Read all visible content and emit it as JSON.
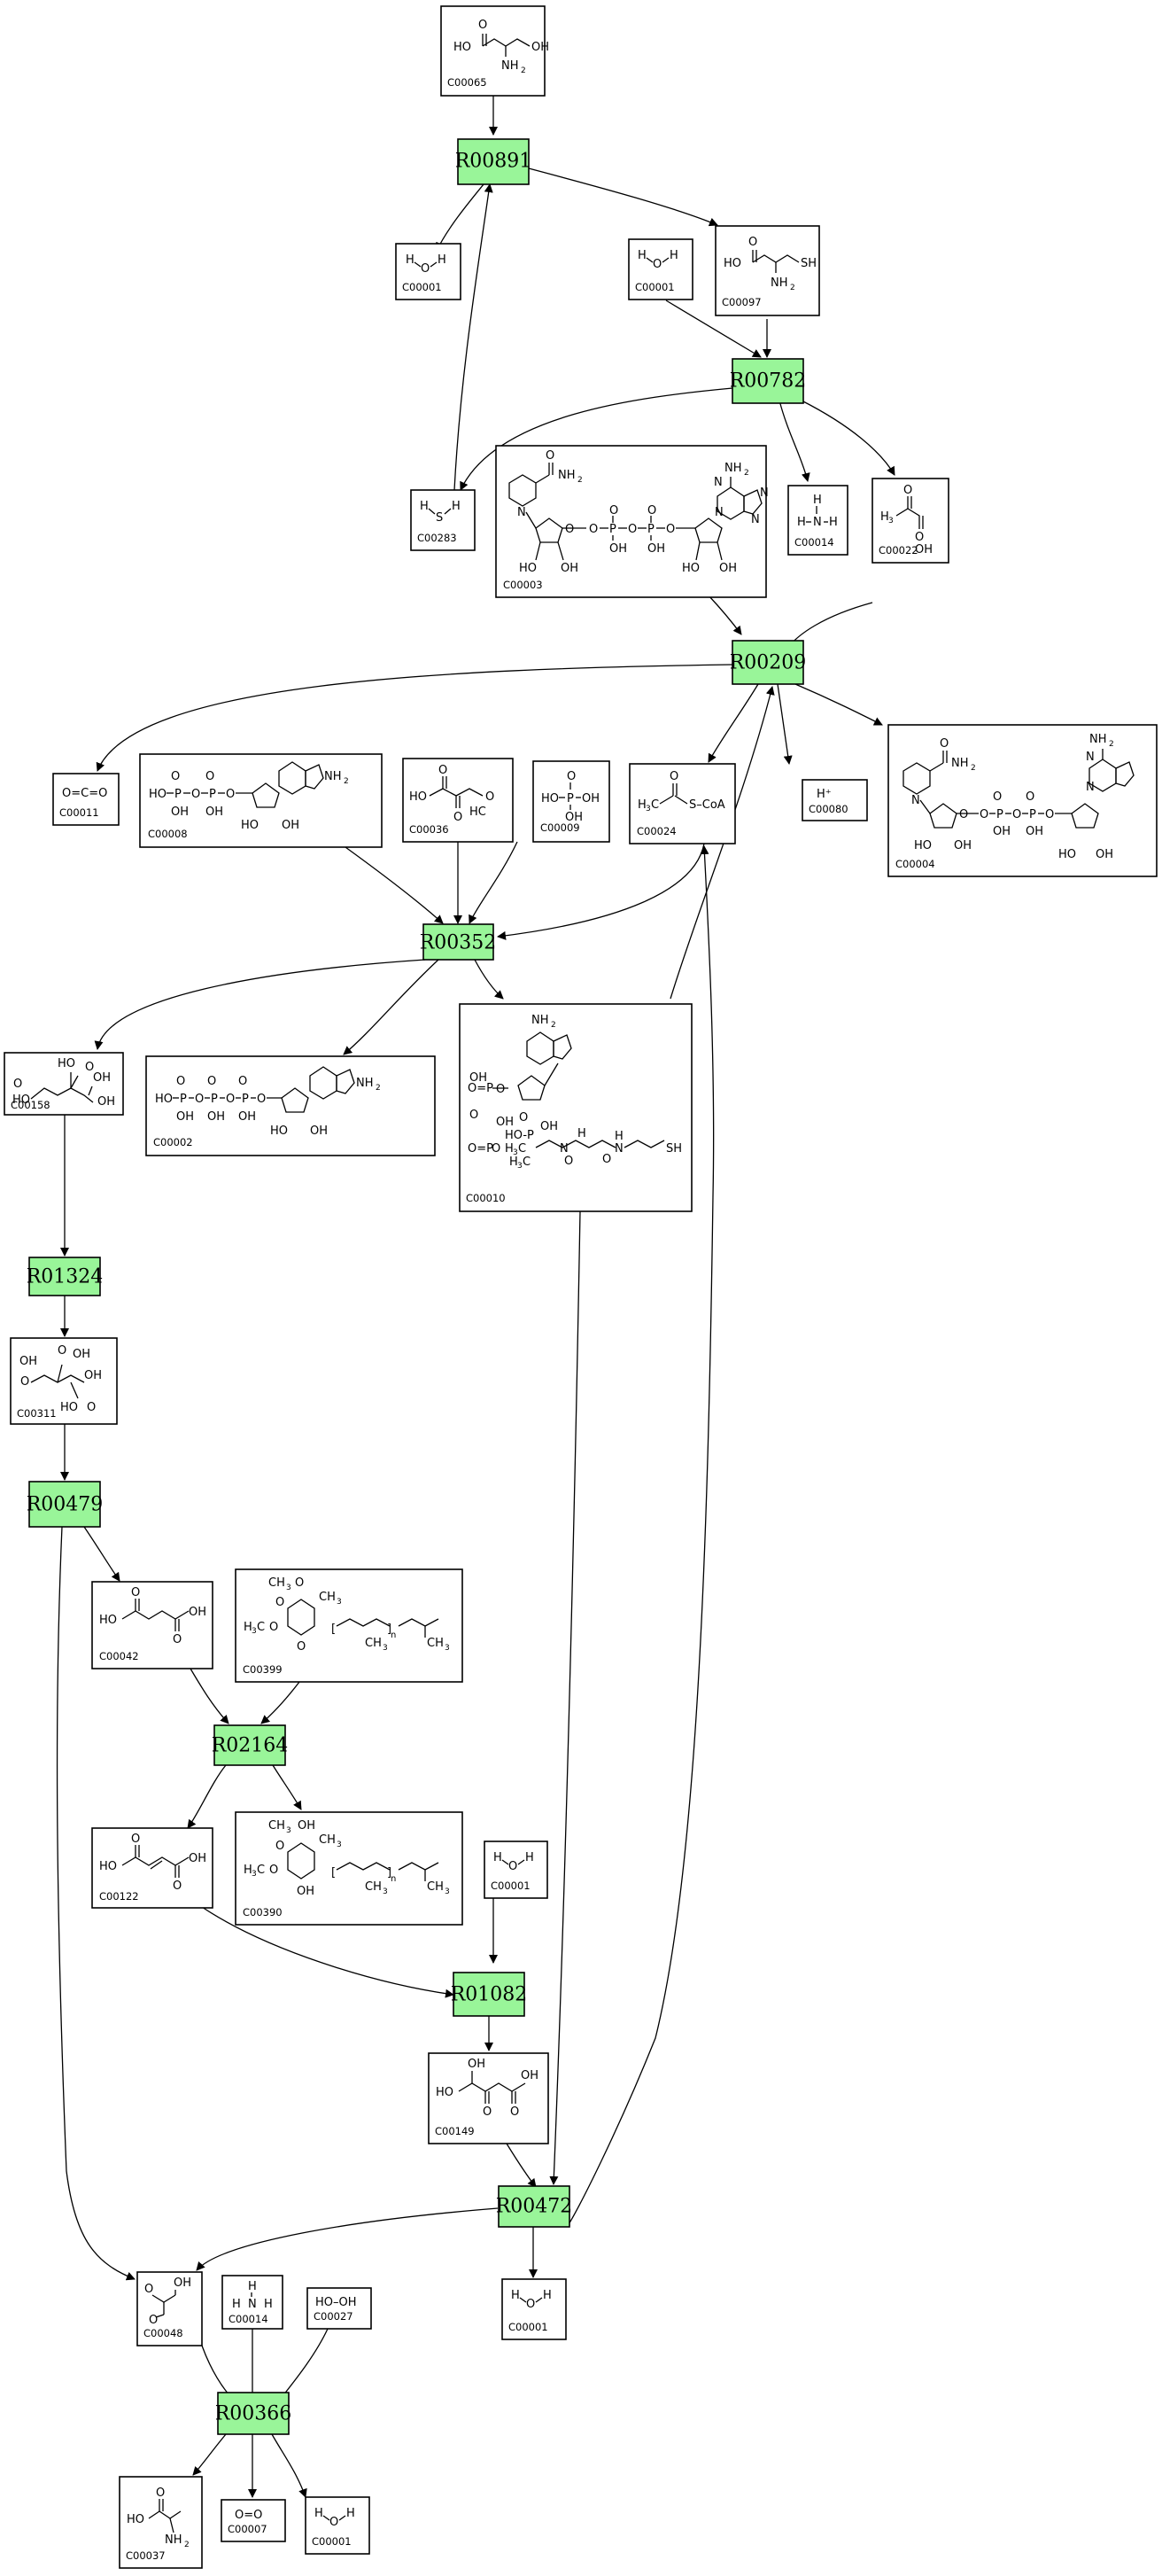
{
  "reactions": [
    "R00891",
    "R00782",
    "R00209",
    "R00352",
    "R01324",
    "R00479",
    "R02164",
    "R01082",
    "R00472",
    "R00366"
  ],
  "compounds": {
    "serine": "C00065",
    "water": "C00001",
    "cysteine": "C00097",
    "h2s": "C00283",
    "ammonia": "C00014",
    "pyruvate": "C00022",
    "nad": "C00003",
    "co2": "C00011",
    "adp": "C00008",
    "oxaloacetate": "C00036",
    "phosphate": "C00009",
    "acetylcoa": "C00024",
    "hplus": "C00080",
    "nadh": "C00004",
    "citrate": "C00158",
    "atp": "C00002",
    "coa": "C00010",
    "isocitrate": "C00311",
    "succinate": "C00042",
    "ubiquinone": "C00399",
    "fumarate": "C00122",
    "ubiquinol": "C00390",
    "malate": "C00149",
    "glyoxylate": "C00048",
    "h2o2": "C00027",
    "glycine": "C00037",
    "oxygen": "C00007"
  },
  "formula_text": {
    "co2": "O=C=O",
    "h2o2": "HO–OH",
    "oxygen": "O=O",
    "hplus": "H⁺",
    "acetylcoa_coa": "S–CoA"
  }
}
